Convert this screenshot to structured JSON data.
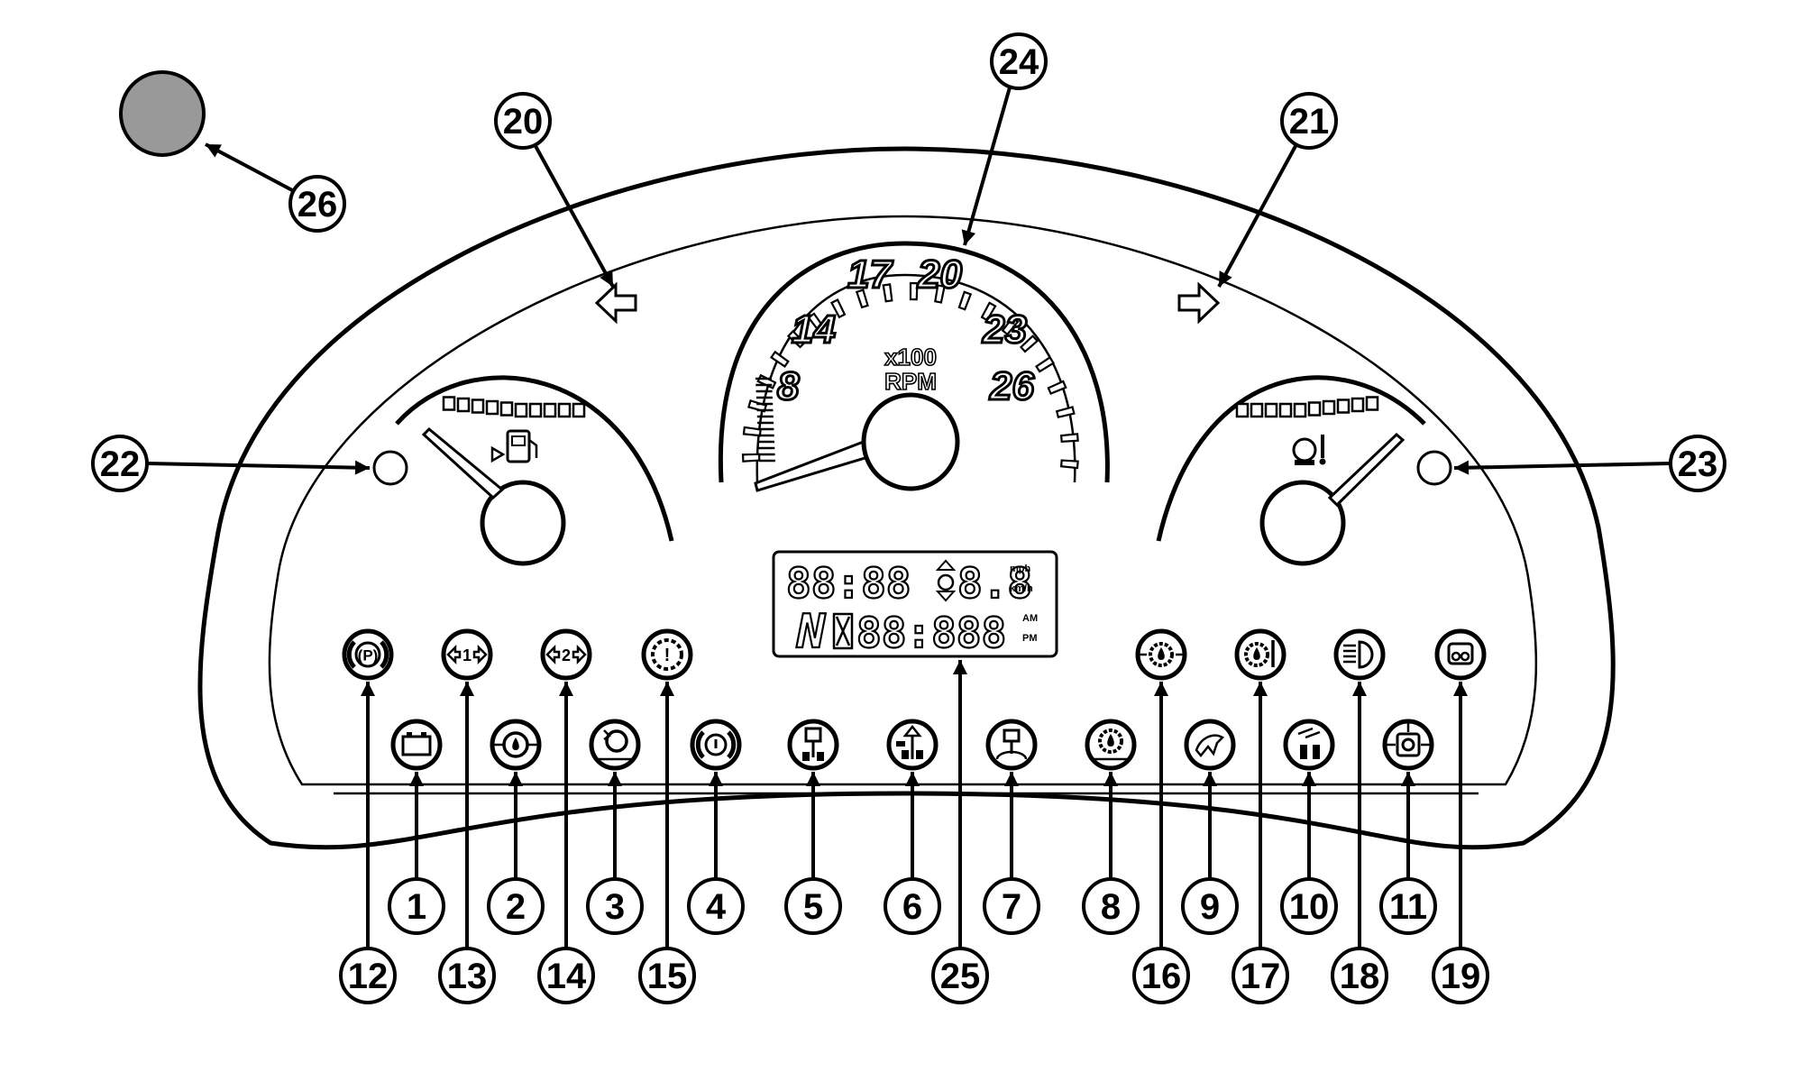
{
  "callouts": {
    "c1": "1",
    "c2": "2",
    "c3": "3",
    "c4": "4",
    "c5": "5",
    "c6": "6",
    "c7": "7",
    "c8": "8",
    "c9": "9",
    "c10": "10",
    "c11": "11",
    "c12": "12",
    "c13": "13",
    "c14": "14",
    "c15": "15",
    "c16": "16",
    "c17": "17",
    "c18": "18",
    "c19": "19",
    "c20": "20",
    "c21": "21",
    "c22": "22",
    "c23": "23",
    "c24": "24",
    "c25": "25",
    "c26": "26"
  },
  "tachometer": {
    "ticks": [
      "8",
      "14",
      "17",
      "20",
      "23",
      "26"
    ],
    "unit_line1": "x100",
    "unit_line2": "RPM"
  },
  "lcd": {
    "row1_digits": "88:88",
    "row1_speed": "8.8",
    "unit_mph": "mph",
    "unit_kmh": "km/h",
    "gear": "N",
    "row2_digits": "88:888",
    "unit_am": "AM",
    "unit_pm": "PM"
  },
  "indicators": {
    "i12": "(P)",
    "i13": "1",
    "i14": "2",
    "i15": "!"
  },
  "colors": {
    "indicator_light": "#999999",
    "outline": "#000000"
  }
}
